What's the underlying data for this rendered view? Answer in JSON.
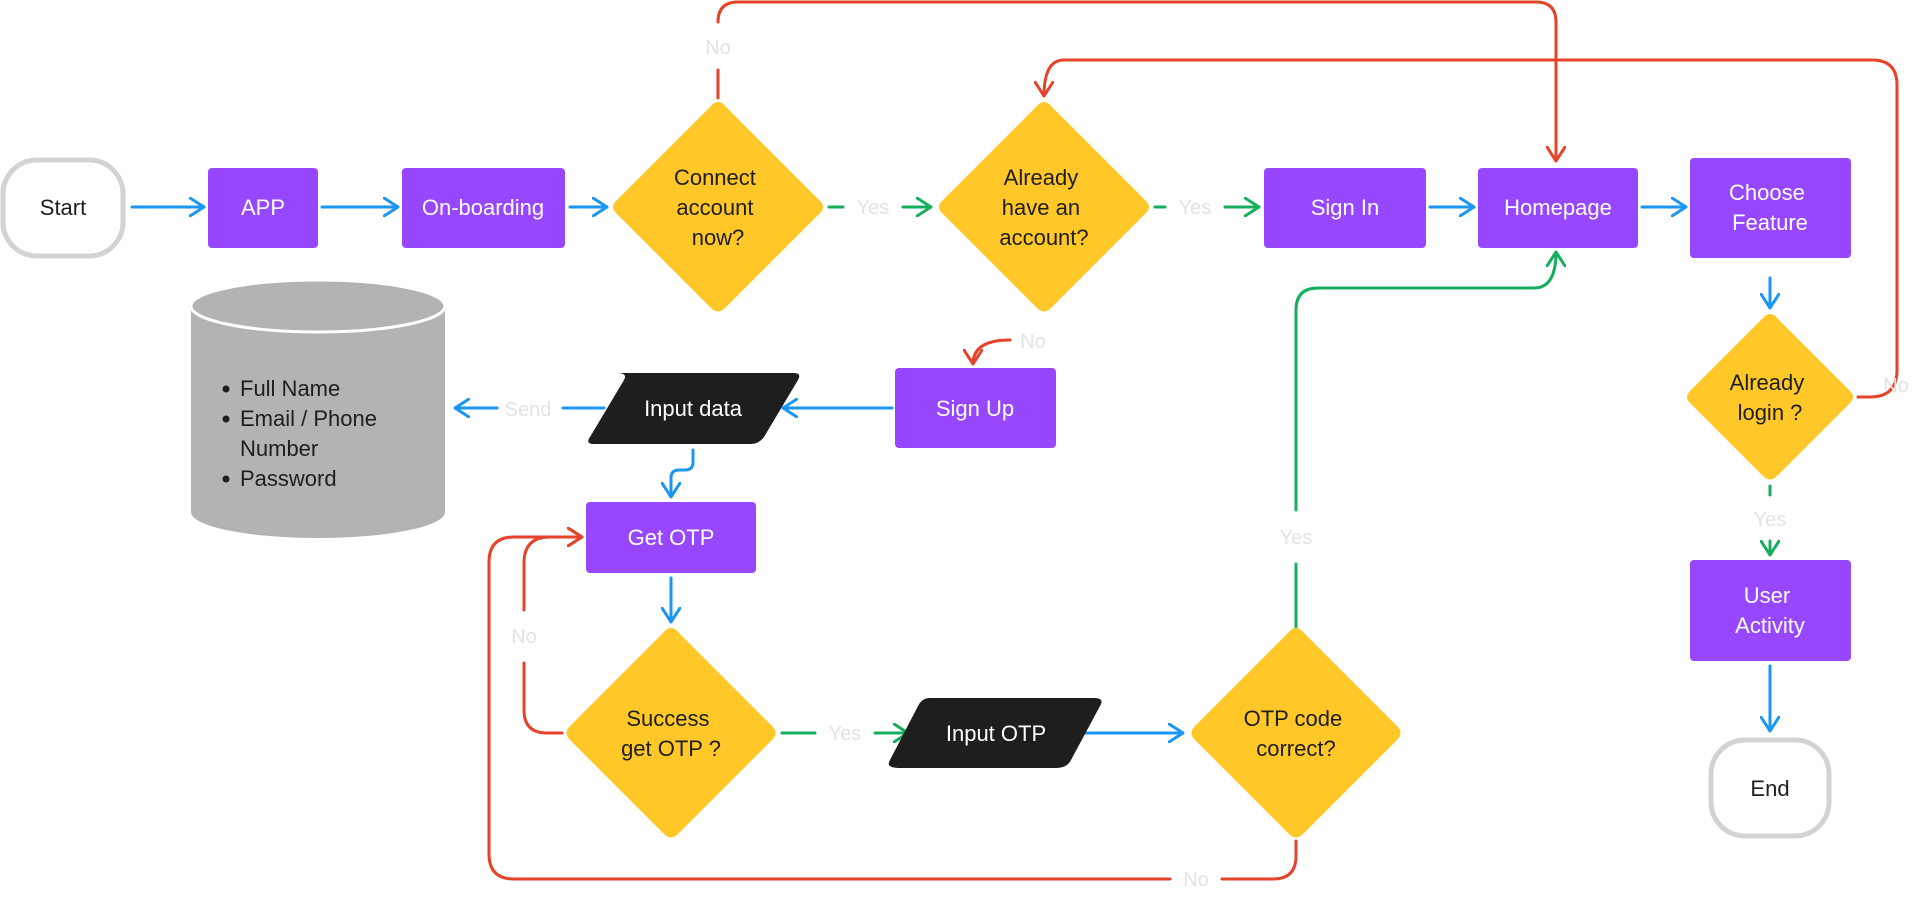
{
  "colors": {
    "process": "#9747ff",
    "decision": "#ffc727",
    "io": "#1e1e1e",
    "terminal_stroke": "#d3d3d3",
    "database": "#b3b3b3",
    "flow": "#1b96f3",
    "yes": "#14ae5c",
    "no": "#e5432a",
    "edge_label": "#e3e3e3"
  },
  "nodes": {
    "start": "Start",
    "end": "End",
    "app": "APP",
    "onboarding": "On-boarding",
    "connect": [
      "Connect",
      "account",
      "now?"
    ],
    "already_account": [
      "Already",
      "have an",
      "account?"
    ],
    "sign_in": "Sign In",
    "homepage": "Homepage",
    "choose_feature": [
      "Choose",
      "Feature"
    ],
    "already_login": [
      "Already",
      "login ?"
    ],
    "user_activity": [
      "User",
      "Activity"
    ],
    "sign_up": "Sign Up",
    "input_data": "Input data",
    "get_otp": "Get OTP",
    "success_otp": [
      "Success",
      "get OTP ?"
    ],
    "input_otp": "Input OTP",
    "otp_correct": [
      "OTP code",
      "correct?"
    ],
    "database_items": [
      "Full Name",
      "Email / Phone",
      "Number",
      "Password"
    ]
  },
  "edge_labels": {
    "connect_no": "No",
    "connect_yes": "Yes",
    "already_yes": "Yes",
    "already_no": "No",
    "send": "Send",
    "success_no": "No",
    "success_yes": "Yes",
    "otp_yes": "Yes",
    "otp_no": "No",
    "login_no": "No",
    "login_yes": "Yes"
  }
}
